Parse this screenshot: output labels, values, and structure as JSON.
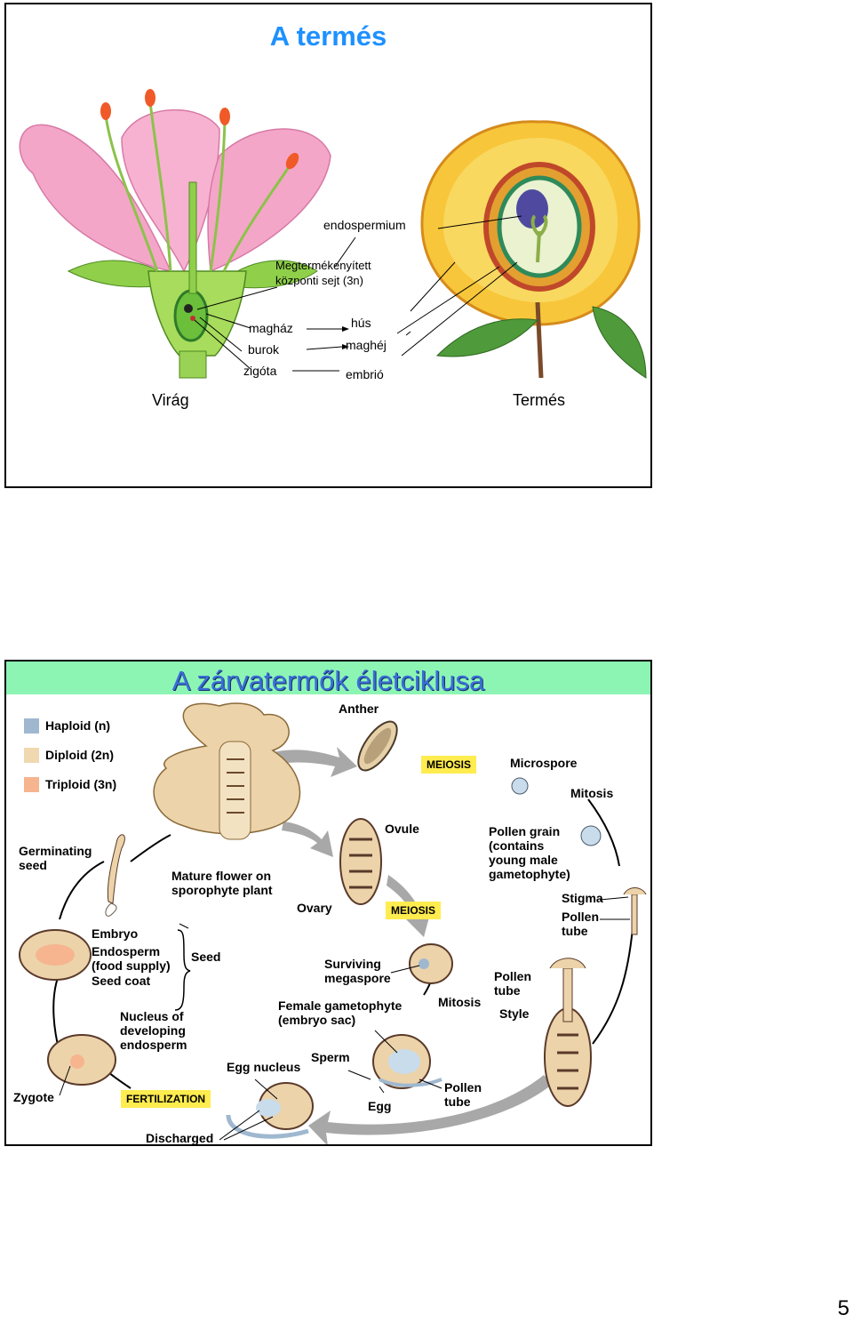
{
  "slide1": {
    "title": "A termés",
    "labels": {
      "endosperm": "endospermium",
      "central_cell_1": "Megtermékenyített",
      "central_cell_2": "központi sejt (3n)",
      "ovary": "magház",
      "integument": "burok",
      "zygote": "zigóta",
      "flesh": "hús",
      "seed_coat": "maghéj",
      "embryo": "embrió",
      "flower": "Virág",
      "fruit": "Termés"
    }
  },
  "slide2": {
    "title": "A zárvatermők életciklusa",
    "legend": [
      "Haploid (n)",
      "Diploid (2n)",
      "Triploid (3n)"
    ],
    "legend_colors": [
      "#9fb8d0",
      "#f0d8b0",
      "#f6b48f"
    ],
    "labels": {
      "anther": "Anther",
      "meiosis_top": "MEIOSIS",
      "microspore": "Microspore",
      "mitosis_right": "Mitosis",
      "ovule": "Ovule",
      "pollen_grain": [
        "Pollen grain",
        "(contains",
        "young male",
        "gametophyte)"
      ],
      "germinating_seed": [
        "Germinating",
        "seed"
      ],
      "mature_flower": [
        "Mature flower on",
        "sporophyte plant"
      ],
      "stigma": "Stigma",
      "pollen_tube_a": [
        "Pollen",
        "tube"
      ],
      "ovary": "Ovary",
      "meiosis_mid": "MEIOSIS",
      "embryo": "Embryo",
      "endosperm": [
        "Endosperm",
        "(food supply)"
      ],
      "seed_coat": "Seed coat",
      "seed": "Seed",
      "surviving_megaspore": [
        "Surviving",
        "megaspore"
      ],
      "pollen_tube_b": [
        "Pollen",
        "tube"
      ],
      "style": "Style",
      "nucleus_endosperm": [
        "Nucleus of",
        "developing",
        "endosperm"
      ],
      "female_gametophyte": [
        "Female gametophyte",
        "(embryo sac)"
      ],
      "mitosis_mid": "Mitosis",
      "egg_nucleus": "Egg nucleus",
      "sperm": "Sperm",
      "pollen_tube_c": [
        "Pollen",
        "tube"
      ],
      "zygote": "Zygote",
      "fertilization": "FERTILIZATION",
      "egg": "Egg",
      "discharged": "Discharged"
    }
  },
  "page_number": "5"
}
